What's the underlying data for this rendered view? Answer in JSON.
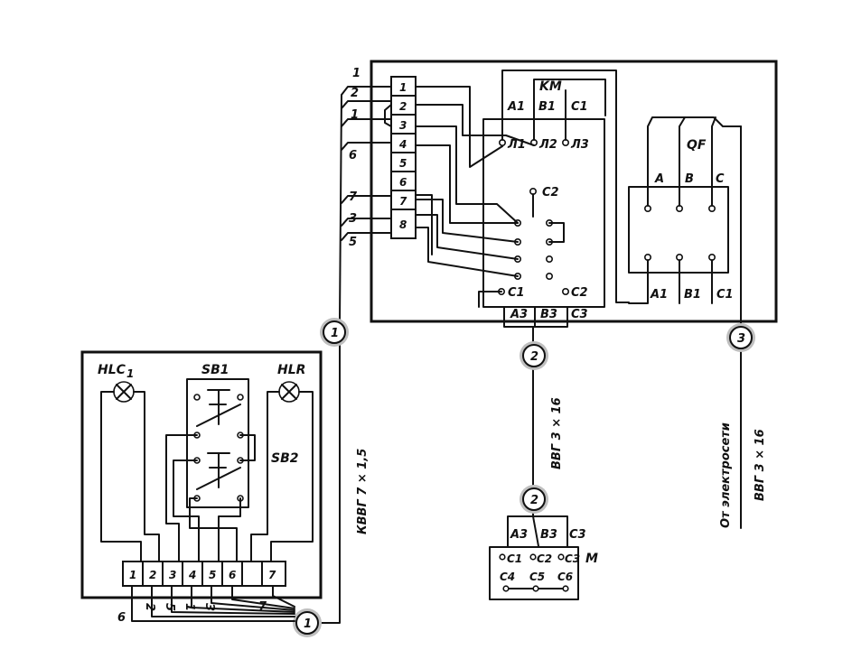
{
  "control_cabinet": {
    "terminals": [
      "1",
      "2",
      "3",
      "4",
      "5",
      "6",
      "7",
      "8"
    ],
    "wire_labels": [
      "1",
      "2",
      "1",
      "6",
      "7",
      "3",
      "5"
    ],
    "contactor": {
      "name": "KM",
      "top_terminals": [
        "A1",
        "B1",
        "C1"
      ],
      "coil_terminals": [
        "Л1",
        "Л2",
        "Л3"
      ],
      "aux_terminal": "C2",
      "bottom_terminals": [
        "C1",
        "C2"
      ],
      "output_terminals": [
        "A3",
        "B3",
        "C3"
      ]
    },
    "breaker": {
      "name": "QF",
      "top_terminals": [
        "A",
        "B",
        "C"
      ],
      "bottom_terminals": [
        "A1",
        "B1",
        "C1"
      ]
    }
  },
  "pushbutton_station": {
    "lamp_left": "HLC",
    "lamp_left_sub": "1",
    "lamp_right": "HLR",
    "button_top": "SB1",
    "button_bottom": "SB2",
    "terminals": [
      "1",
      "2",
      "3",
      "4",
      "5",
      "6",
      "7"
    ],
    "wire_labels": [
      "6",
      "2",
      "5",
      "1",
      "3",
      "7"
    ]
  },
  "motor": {
    "name": "M",
    "top_terminals": [
      "A3",
      "B3",
      "C3"
    ],
    "terminals_row1": [
      "C1",
      "C2",
      "C3"
    ],
    "terminals_row2": [
      "C4",
      "C5",
      "C6"
    ]
  },
  "cables": {
    "cable1_marker": "1",
    "cable1_label": "КВВГ  7 × 1,5",
    "cable2_marker": "2",
    "cable2_label": "ВВГ  3 × 16",
    "cable3_marker": "3",
    "cable3_source": "От электросети",
    "cable3_label": "ВВГ  3 × 16"
  }
}
